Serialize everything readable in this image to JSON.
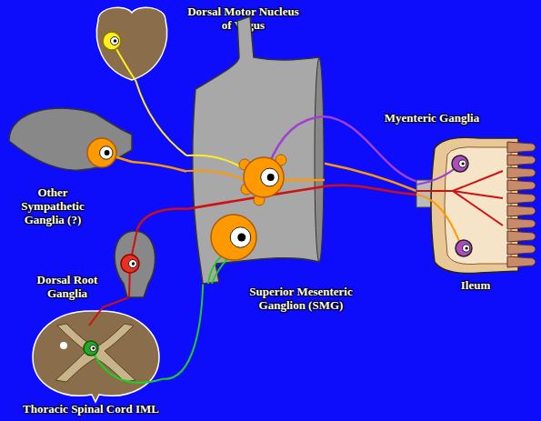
{
  "diagram": {
    "nodes": [
      {
        "text": [
          "Dorsal Motor Nucleus of Vagus"
        ]
      },
      {
        "text": [
          "Other Sympathetic Ganglia (?)"
        ]
      },
      {
        "text": [
          "Superior Mesenteric Ganglion (SMG)"
        ]
      },
      {
        "text": [
          "Ileum"
        ]
      },
      {
        "text": [
          "Dorsal Root Ganglia"
        ]
      },
      {
        "text": [
          "Thoracic Spinal Cord IML"
        ]
      }
    ],
    "edges": [
      {
        "from": 0,
        "to": 2,
        "arrow": "none"
      },
      {
        "from": 1,
        "to": 2,
        "arrow": "none"
      },
      {
        "from": 4,
        "to": 2,
        "arrow": "none"
      },
      {
        "from": 5,
        "to": 2,
        "arrow": "none"
      },
      {
        "from": 4,
        "to": 5,
        "arrow": "none"
      },
      {
        "from": 2,
        "to": 3,
        "arrow": "none"
      }
    ],
    "labels": [
      "Myenteric Ganglia"
    ]
  }
}
